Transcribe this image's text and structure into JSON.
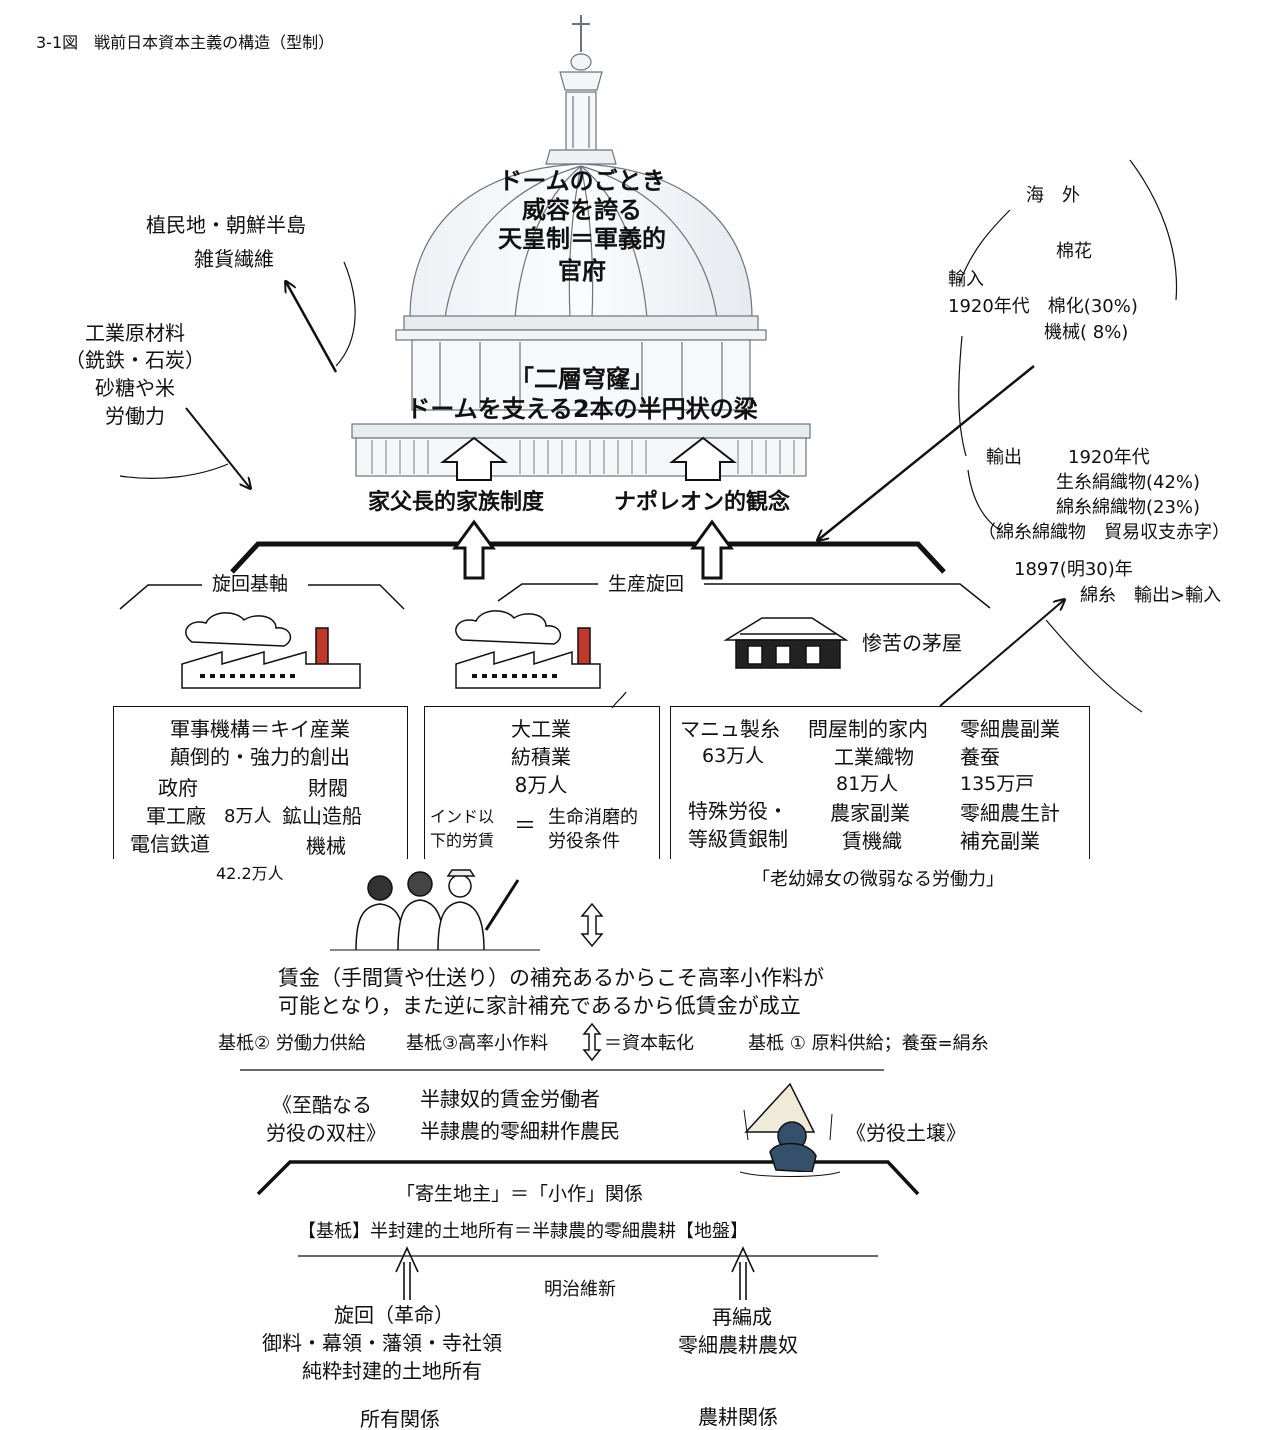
{
  "figure": {
    "caption": "3-1図　戦前日本資本主義の構造（型制）"
  },
  "dome": {
    "line1": "ドームのごとき",
    "line2": "威容を誇る",
    "line3": "天皇制＝軍義的",
    "line4": "官府",
    "vault_line1": "「二層穹窿」",
    "vault_line2": "ドームを支える2本の半円状の梁"
  },
  "pillars": {
    "left": "家父長的家族制度",
    "right": "ナポレオン的観念"
  },
  "colonies": {
    "title": "植民地・朝鮮半島",
    "sub": "雑貨繊維",
    "inputs": [
      "工業原材料",
      "（銑鉄・石炭）",
      "砂糖や米",
      "労働力"
    ]
  },
  "overseas": {
    "title": "海　外",
    "cotton": "棉花",
    "import_label": "輸入",
    "import_row1": "1920年代　棉化(30%)",
    "import_row2": "機械(  8%)",
    "export_label": "輸出",
    "export_row1": "1920年代",
    "export_row2": "生糸絹織物(42%)",
    "export_row3": "綿糸綿織物(23%)",
    "export_row4": "（綿糸綿織物　貿易収支赤字）",
    "year_row": "1897(明30)年",
    "yarn_row": "綿糸　輸出>輸入"
  },
  "sections": {
    "axis": "旋回基軸",
    "production": "生産旋回",
    "hut": "惨苦の茅屋"
  },
  "box_military": {
    "line1": "軍事機構＝キイ産業",
    "line2": "顛倒的・強力的創出",
    "gov": "政府",
    "zaibatsu": "財閥",
    "arsenal": "軍工廠",
    "count": "8万人",
    "mining": "鉱山造船",
    "telecom": "電信鉄道",
    "machine": "機械",
    "total": "42.2万人"
  },
  "box_industry": {
    "line1": "大工業",
    "line2": "紡積業",
    "line3": "8万人",
    "wage1": "インド以",
    "wage2": "下的労賃",
    "equals": "＝",
    "cond1": "生命消磨的",
    "cond2": "労役条件"
  },
  "box_rural": {
    "c1_1": "マニュ製糸",
    "c1_2": "63万人",
    "c1_3": "特殊労役・",
    "c1_4": "等級賃銀制",
    "c2_1": "問屋制的家内",
    "c2_2": "工業織物",
    "c2_3": "81万人",
    "c2_4": "農家副業",
    "c2_5": "賃機織",
    "c3_1": "零細農副業",
    "c3_2": "養蚕",
    "c3_3": "135万戸",
    "c3_4": "零細農生計",
    "c3_5": "補充副業",
    "note": "「老幼婦女の微弱なる労働力」"
  },
  "wages": {
    "line1": "賃金（手間賃や仕送り）の補充あるからこそ高率小作料が",
    "line2": "可能となり，また逆に家計補充であるから低賃金が成立"
  },
  "bases": {
    "b2": "基柢② 労働力供給",
    "b3": "基柢③高率小作料",
    "capital": "＝資本転化",
    "b1": "基柢 ① 原料供給；養蚕=絹糸"
  },
  "pillars_labor": {
    "left1": "《至酷なる",
    "left2": "労役の双柱》",
    "mid1": "半隷奴的賃金労働者",
    "mid2": "半隷農的零細耕作農民",
    "right": "《労役土壌》"
  },
  "landlord": {
    "line1": "「寄生地主」＝「小作」関係",
    "line2": "【基柢】半封建的土地所有＝半隷農的零細農耕【地盤】"
  },
  "meiji": {
    "title": "明治維新",
    "left1": "旋回（革命）",
    "left2": "御料・幕領・藩領・寺社領",
    "left3": "純粋封建的土地所有",
    "right1": "再編成",
    "right2": "零細農耕農奴",
    "ownership": "所有関係",
    "farming": "農耕関係"
  }
}
